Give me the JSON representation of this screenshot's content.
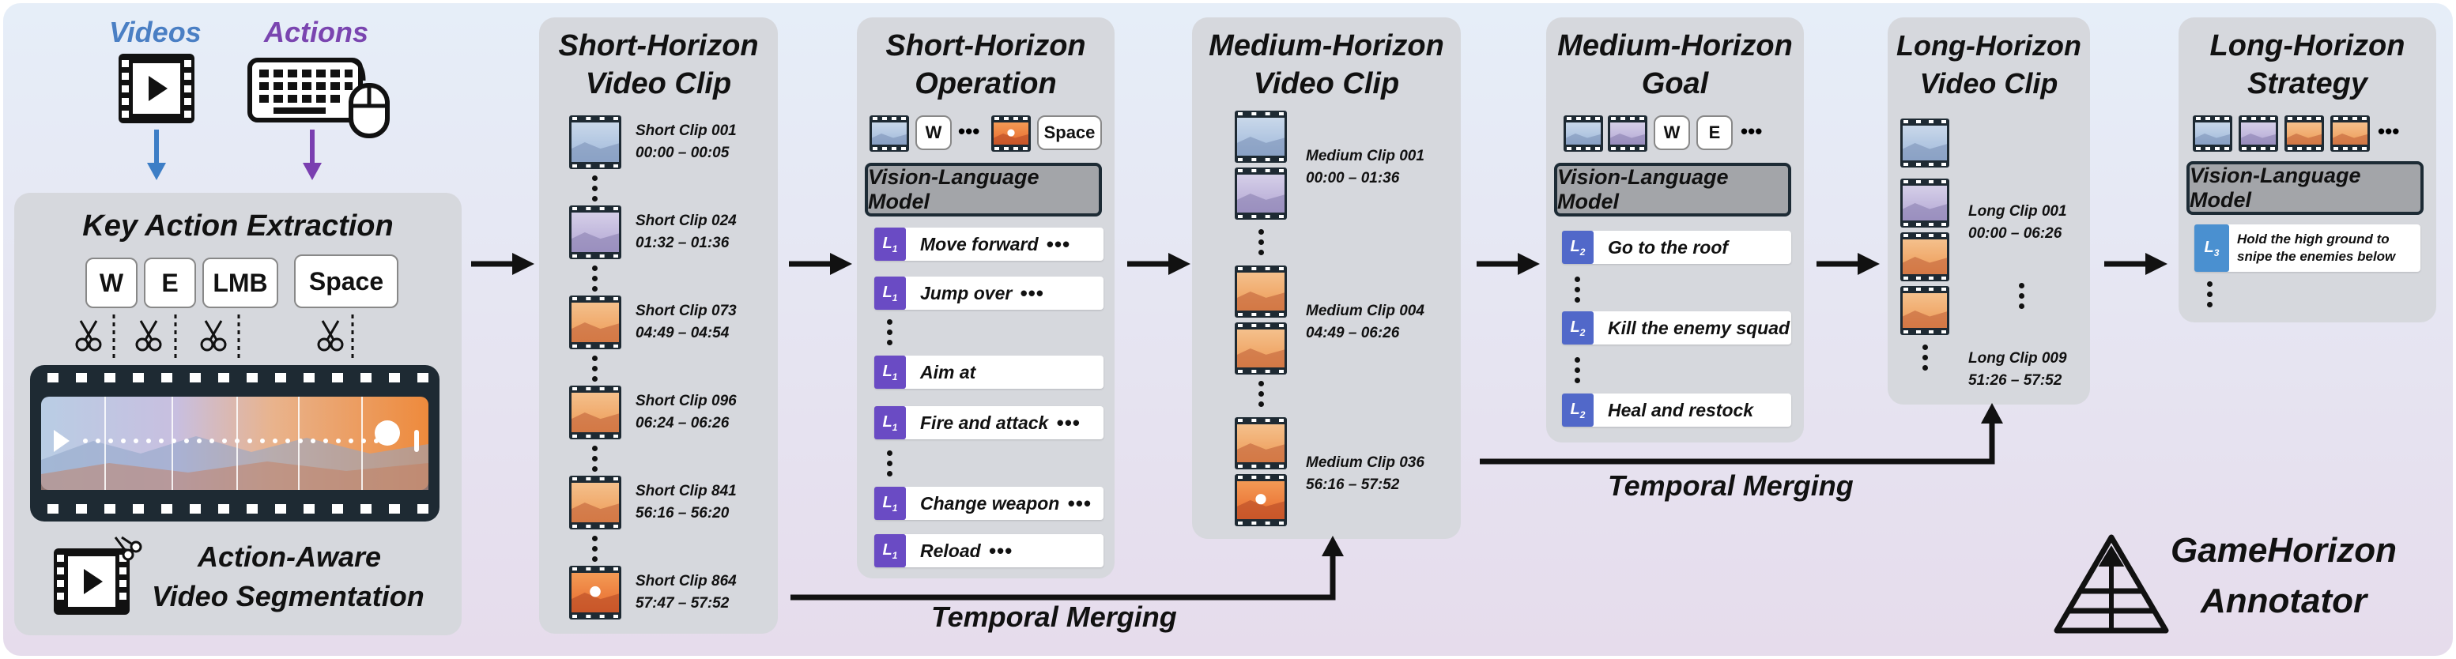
{
  "inputs": {
    "videos_label": "Videos",
    "actions_label": "Actions",
    "videos_color": "#4a7fc4",
    "actions_color": "#7a45b0"
  },
  "key_action_extraction": {
    "title": "Key Action Extraction",
    "keys": [
      "W",
      "E",
      "LMB",
      "Space"
    ],
    "segmentation_label_line1": "Action-Aware",
    "segmentation_label_line2": "Video Segmentation"
  },
  "short_clip_panel": {
    "title_line1": "Short-Horizon",
    "title_line2": "Video Clip",
    "clips": [
      {
        "name": "Short Clip 001",
        "time": "00:00 – 00:05"
      },
      {
        "name": "Short Clip 024",
        "time": "01:32 – 01:36"
      },
      {
        "name": "Short Clip 073",
        "time": "04:49 – 04:54"
      },
      {
        "name": "Short Clip 096",
        "time": "06:24 – 06:26"
      },
      {
        "name": "Short Clip 841",
        "time": "56:16 – 56:20"
      },
      {
        "name": "Short Clip 864",
        "time": "57:47 – 57:52"
      }
    ]
  },
  "short_operation_panel": {
    "title_line1": "Short-Horizon",
    "title_line2": "Operation",
    "input_keys": [
      "W",
      "Space"
    ],
    "vlm_label": "Vision-Language Model",
    "level_label": "L1",
    "level_color": "#6a4bc4",
    "operations": [
      "Move forward",
      "Jump over",
      "Aim at",
      "Fire and attack",
      "Change weapon",
      "Reload"
    ]
  },
  "medium_clip_panel": {
    "title_line1": "Medium-Horizon",
    "title_line2": "Video Clip",
    "clips": [
      {
        "name": "Medium Clip 001",
        "time": "00:00 – 01:36"
      },
      {
        "name": "Medium Clip 004",
        "time": "04:49 – 06:26"
      },
      {
        "name": "Medium Clip 036",
        "time": "56:16 – 57:52"
      }
    ]
  },
  "medium_goal_panel": {
    "title_line1": "Medium-Horizon",
    "title_line2": "Goal",
    "input_keys": [
      "W",
      "E"
    ],
    "vlm_label": "Vision-Language Model",
    "level_label": "L2",
    "level_color": "#5168c9",
    "goals": [
      "Go to the roof",
      "Kill the enemy squad",
      "Heal and restock"
    ]
  },
  "long_clip_panel": {
    "title_line1": "Long-Horizon",
    "title_line2": "Video Clip",
    "clips": [
      {
        "name": "Long Clip 001",
        "time": "00:00 – 06:26"
      },
      {
        "name": "Long Clip 009",
        "time": "51:26 – 57:52"
      }
    ]
  },
  "long_strategy_panel": {
    "title_line1": "Long-Horizon",
    "title_line2": "Strategy",
    "vlm_label": "Vision-Language Model",
    "level_label": "L3",
    "level_color": "#4a90d0",
    "strategy_line1": "Hold the high ground to",
    "strategy_line2": "snipe the enemies below"
  },
  "temporal_merging_label": "Temporal Merging",
  "brand": {
    "line1": "GameHorizon",
    "line2": "Annotator"
  }
}
